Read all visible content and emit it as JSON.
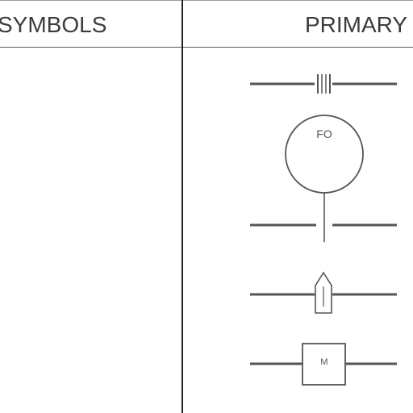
{
  "header": {
    "symbols_label": "SYMBOLS",
    "primary_label": "PRIMARY"
  },
  "symbols": {
    "orifice_label": "FO",
    "motor_label": "M"
  },
  "colors": {
    "line": "#555555",
    "grid": "#222222"
  }
}
